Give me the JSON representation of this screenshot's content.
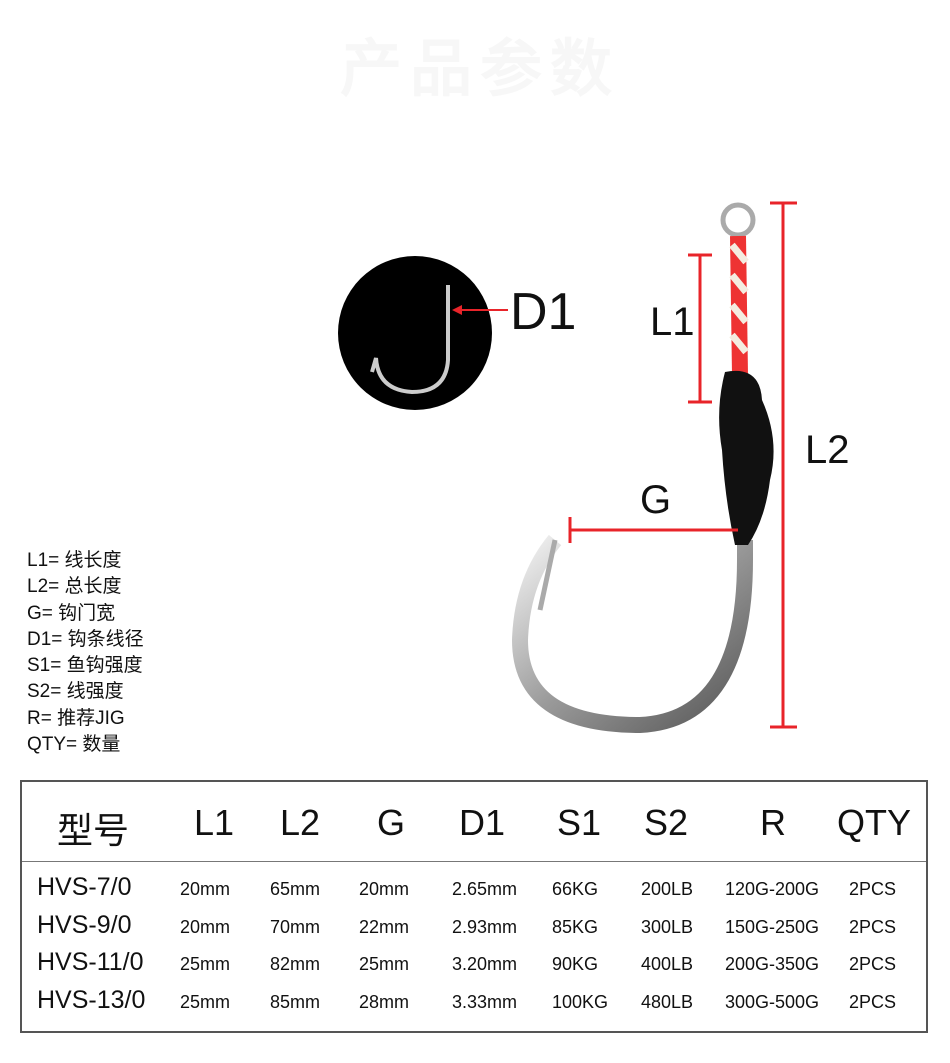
{
  "title": "产品参数",
  "diagram": {
    "d1": "D1",
    "l1": "L1",
    "l2": "L2",
    "g": "G",
    "accent": "#e8242a"
  },
  "legend": [
    "L1= 线长度",
    "L2= 总长度",
    "G= 钩门宽",
    "D1= 钩条线径",
    "S1= 鱼钩强度",
    "S2= 线强度",
    "R= 推荐JIG",
    "QTY= 数量"
  ],
  "table": {
    "headers": [
      "型号",
      "L1",
      "L2",
      "G",
      "D1",
      "S1",
      "S2",
      "R",
      "QTY"
    ],
    "rows": [
      [
        "HVS-7/0",
        "20mm",
        "65mm",
        "20mm",
        "2.65mm",
        "66KG",
        "200LB",
        "120G-200G",
        "2PCS"
      ],
      [
        "HVS-9/0",
        "20mm",
        "70mm",
        "22mm",
        "2.93mm",
        "85KG",
        "300LB",
        "150G-250G",
        "2PCS"
      ],
      [
        "HVS-11/0",
        "25mm",
        "82mm",
        "25mm",
        "3.20mm",
        "90KG",
        "400LB",
        "200G-350G",
        "2PCS"
      ],
      [
        "HVS-13/0",
        "25mm",
        "85mm",
        "28mm",
        "3.33mm",
        "100KG",
        "480LB",
        "300G-500G",
        "2PCS"
      ]
    ]
  }
}
